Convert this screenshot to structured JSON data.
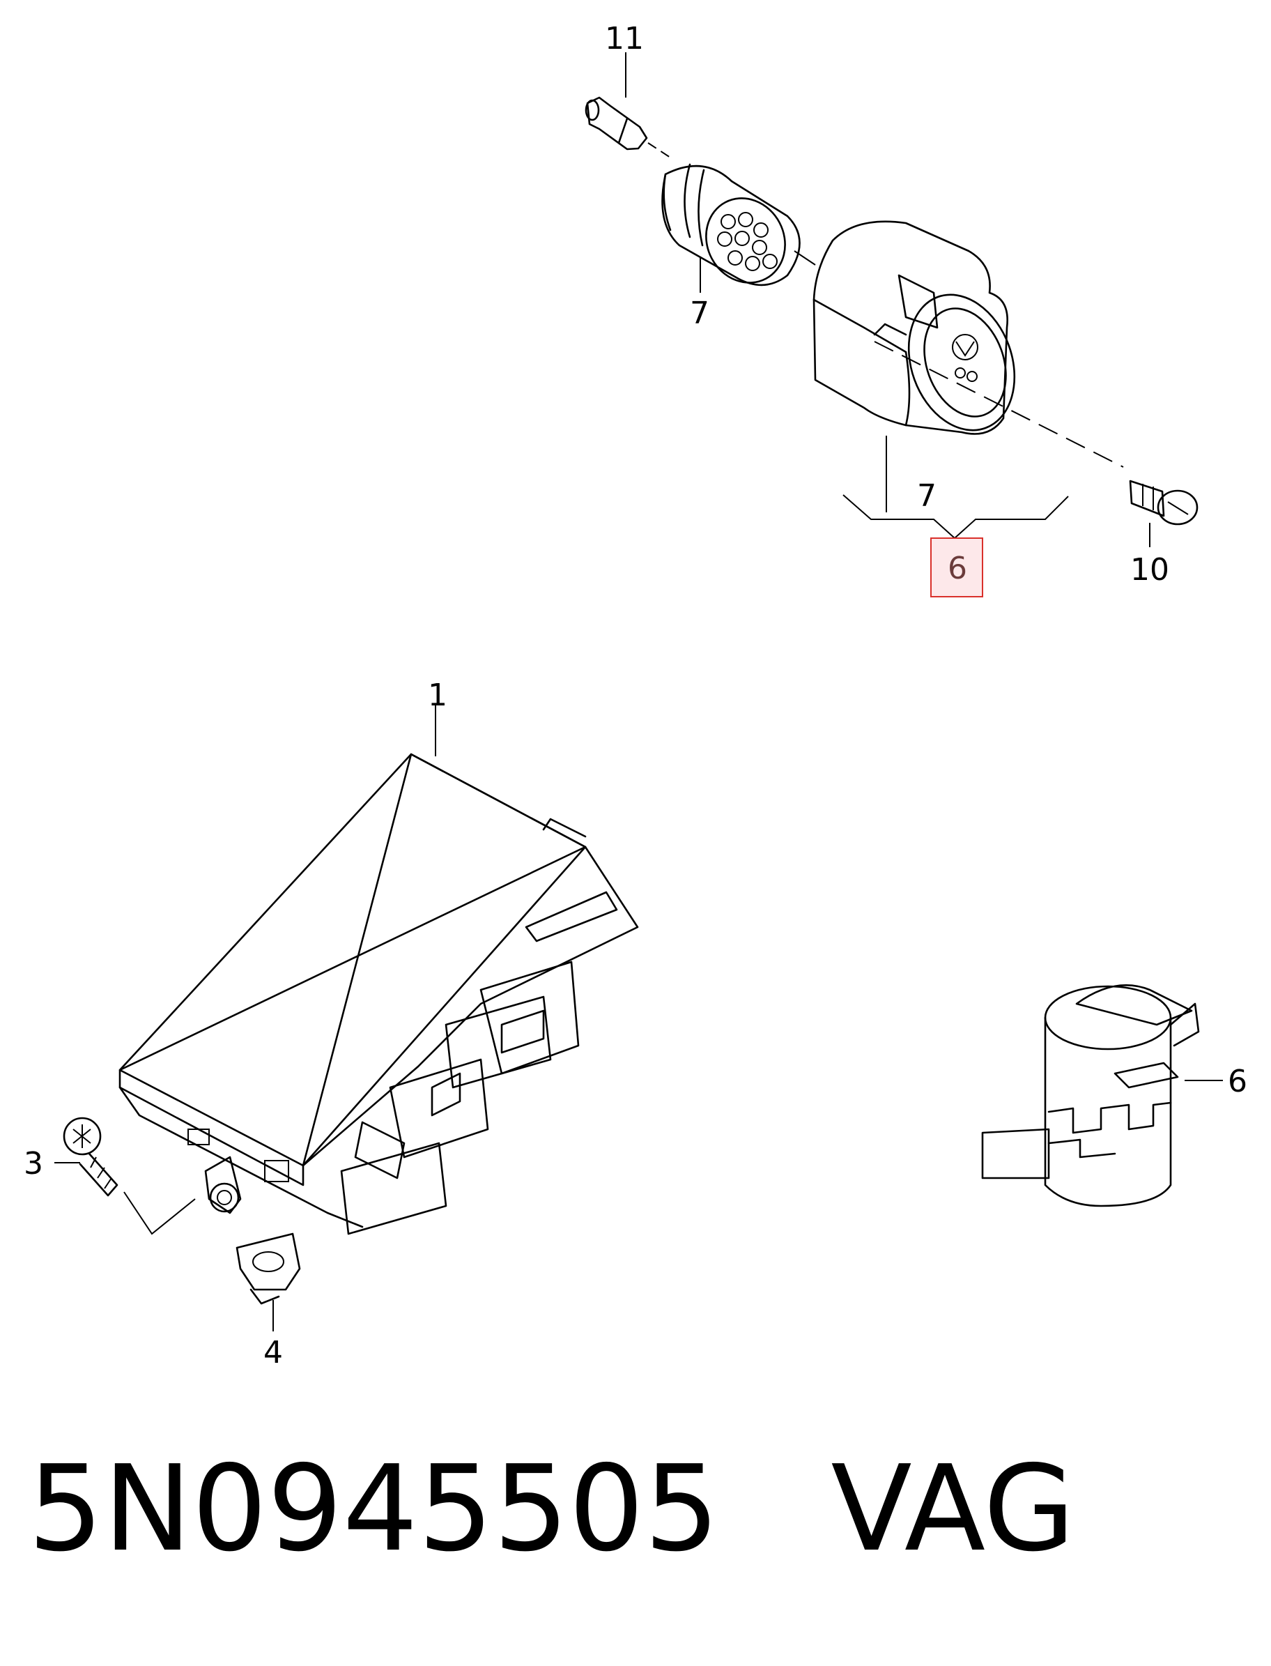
{
  "callouts": {
    "c11": "11",
    "c7_top": "7",
    "c7_bottom": "7",
    "c6_box": "6",
    "c10": "10",
    "c1": "1",
    "c3": "3",
    "c4": "4",
    "c6_right": "6"
  },
  "highlight_color": "#d9302b",
  "caption": {
    "part_number": "5N0945505",
    "brand": "VAG"
  }
}
